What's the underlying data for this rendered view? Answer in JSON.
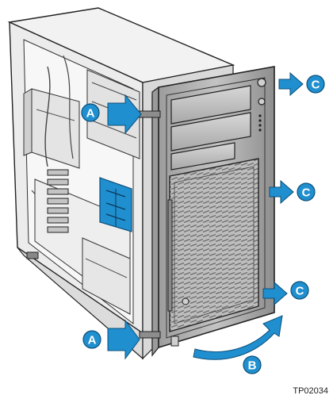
{
  "figure": {
    "callouts": {
      "a": "A",
      "b": "B",
      "c": "C"
    },
    "figure_id": "TP02034"
  },
  "colors": {
    "accent_blue": "#1f8fcf",
    "line": "#222222",
    "bezel_gray": "#a7a7a7",
    "chassis_gray": "#e6e6e6"
  },
  "icons": [
    "arrow-right-icon",
    "curved-arrow-icon",
    "callout-circle-icon"
  ]
}
